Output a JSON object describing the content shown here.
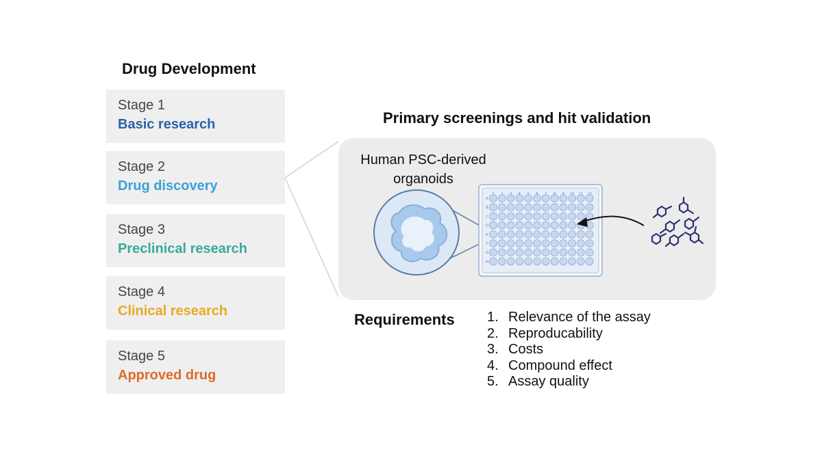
{
  "left_title": "Drug Development",
  "stages": [
    {
      "number": "Stage 1",
      "name": "Basic research",
      "color": "#2a63a8"
    },
    {
      "number": "Stage 2",
      "name": "Drug discovery",
      "color": "#3aa1d8"
    },
    {
      "number": "Stage 3",
      "name": "Preclinical research",
      "color": "#3aa99a"
    },
    {
      "number": "Stage 4",
      "name": "Clinical research",
      "color": "#e8a922"
    },
    {
      "number": "Stage 5",
      "name": "Approved drug",
      "color": "#df6b28"
    }
  ],
  "right_title": "Primary screenings and hit validation",
  "organoid_label_line1": "Human PSC-derived",
  "organoid_label_line2": "organoids",
  "plate": {
    "column_labels": [
      "1",
      "2",
      "3",
      "4",
      "5",
      "6",
      "7",
      "8",
      "9",
      "10",
      "11",
      "12"
    ],
    "row_labels": [
      "A",
      "B",
      "C",
      "D",
      "E",
      "F",
      "G",
      "H"
    ]
  },
  "requirements": {
    "label": "Requirements",
    "items": [
      {
        "n": "1.",
        "text": "Relevance of the assay"
      },
      {
        "n": "2.",
        "text": "Reproducability"
      },
      {
        "n": "3.",
        "text": "Costs"
      },
      {
        "n": "4.",
        "text": "Compound effect"
      },
      {
        "n": "5.",
        "text": "Assay quality"
      }
    ]
  },
  "colors": {
    "panel": "#ececec",
    "stage_box": "#efefef",
    "well": "#c9d8f0",
    "well_stroke": "#8fa8cf",
    "organoid": "#a9c9ec",
    "molecule": "#2b3170"
  }
}
